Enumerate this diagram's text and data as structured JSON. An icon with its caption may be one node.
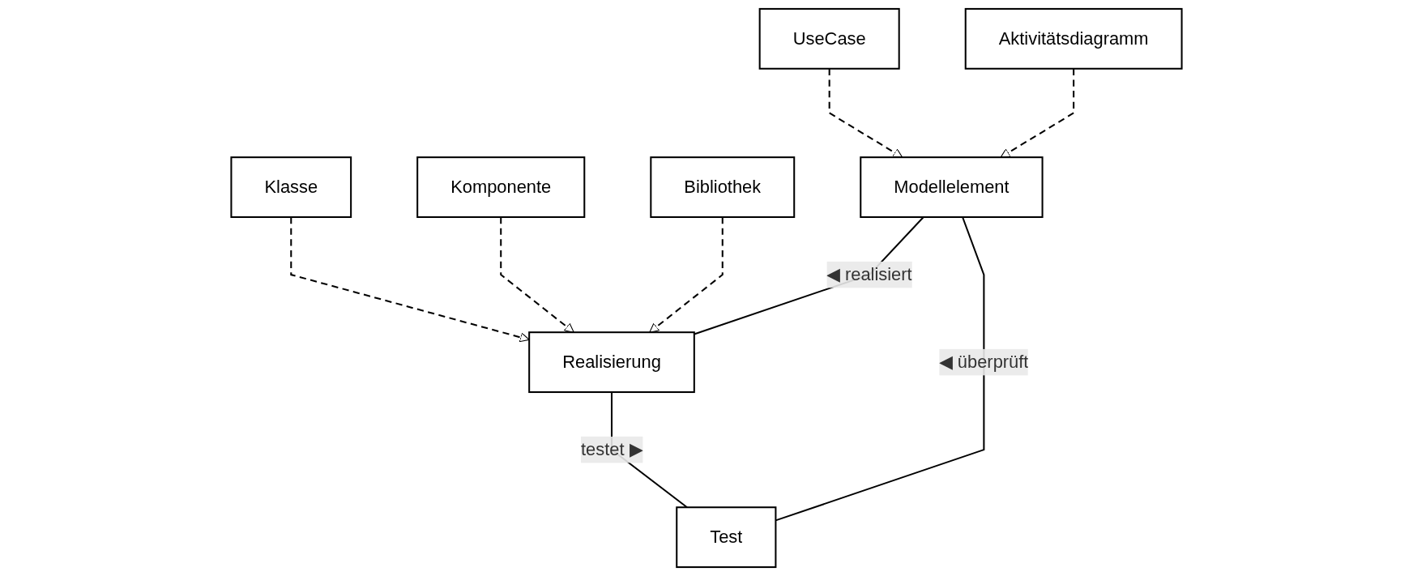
{
  "diagram": {
    "nodes": [
      {
        "text": [
          "UseCase"
        ]
      },
      {
        "text": [
          "Aktivitätsdiagramm"
        ]
      },
      {
        "text": [
          "Klasse"
        ]
      },
      {
        "text": [
          "Komponente"
        ]
      },
      {
        "text": [
          "Bibliothek"
        ]
      },
      {
        "text": [
          "Modellelement"
        ]
      },
      {
        "text": [
          "Realisierung"
        ]
      },
      {
        "text": [
          "Test"
        ]
      }
    ],
    "edges": [
      {
        "from": 0,
        "to": 5,
        "arrow": "to",
        "style": "dashed"
      },
      {
        "from": 1,
        "to": 5,
        "arrow": "to",
        "style": "dashed"
      },
      {
        "from": 2,
        "to": 6,
        "arrow": "to",
        "style": "dashed"
      },
      {
        "from": 3,
        "to": 6,
        "arrow": "to",
        "style": "dashed"
      },
      {
        "from": 4,
        "to": 6,
        "arrow": "to",
        "style": "dashed"
      },
      {
        "from": 5,
        "to": 6,
        "arrow": "none",
        "label": "◀ realisiert"
      },
      {
        "from": 5,
        "to": 7,
        "arrow": "none",
        "label": "◀ überprüft"
      },
      {
        "from": 6,
        "to": 7,
        "arrow": "none",
        "label": "testet ▶"
      }
    ]
  }
}
